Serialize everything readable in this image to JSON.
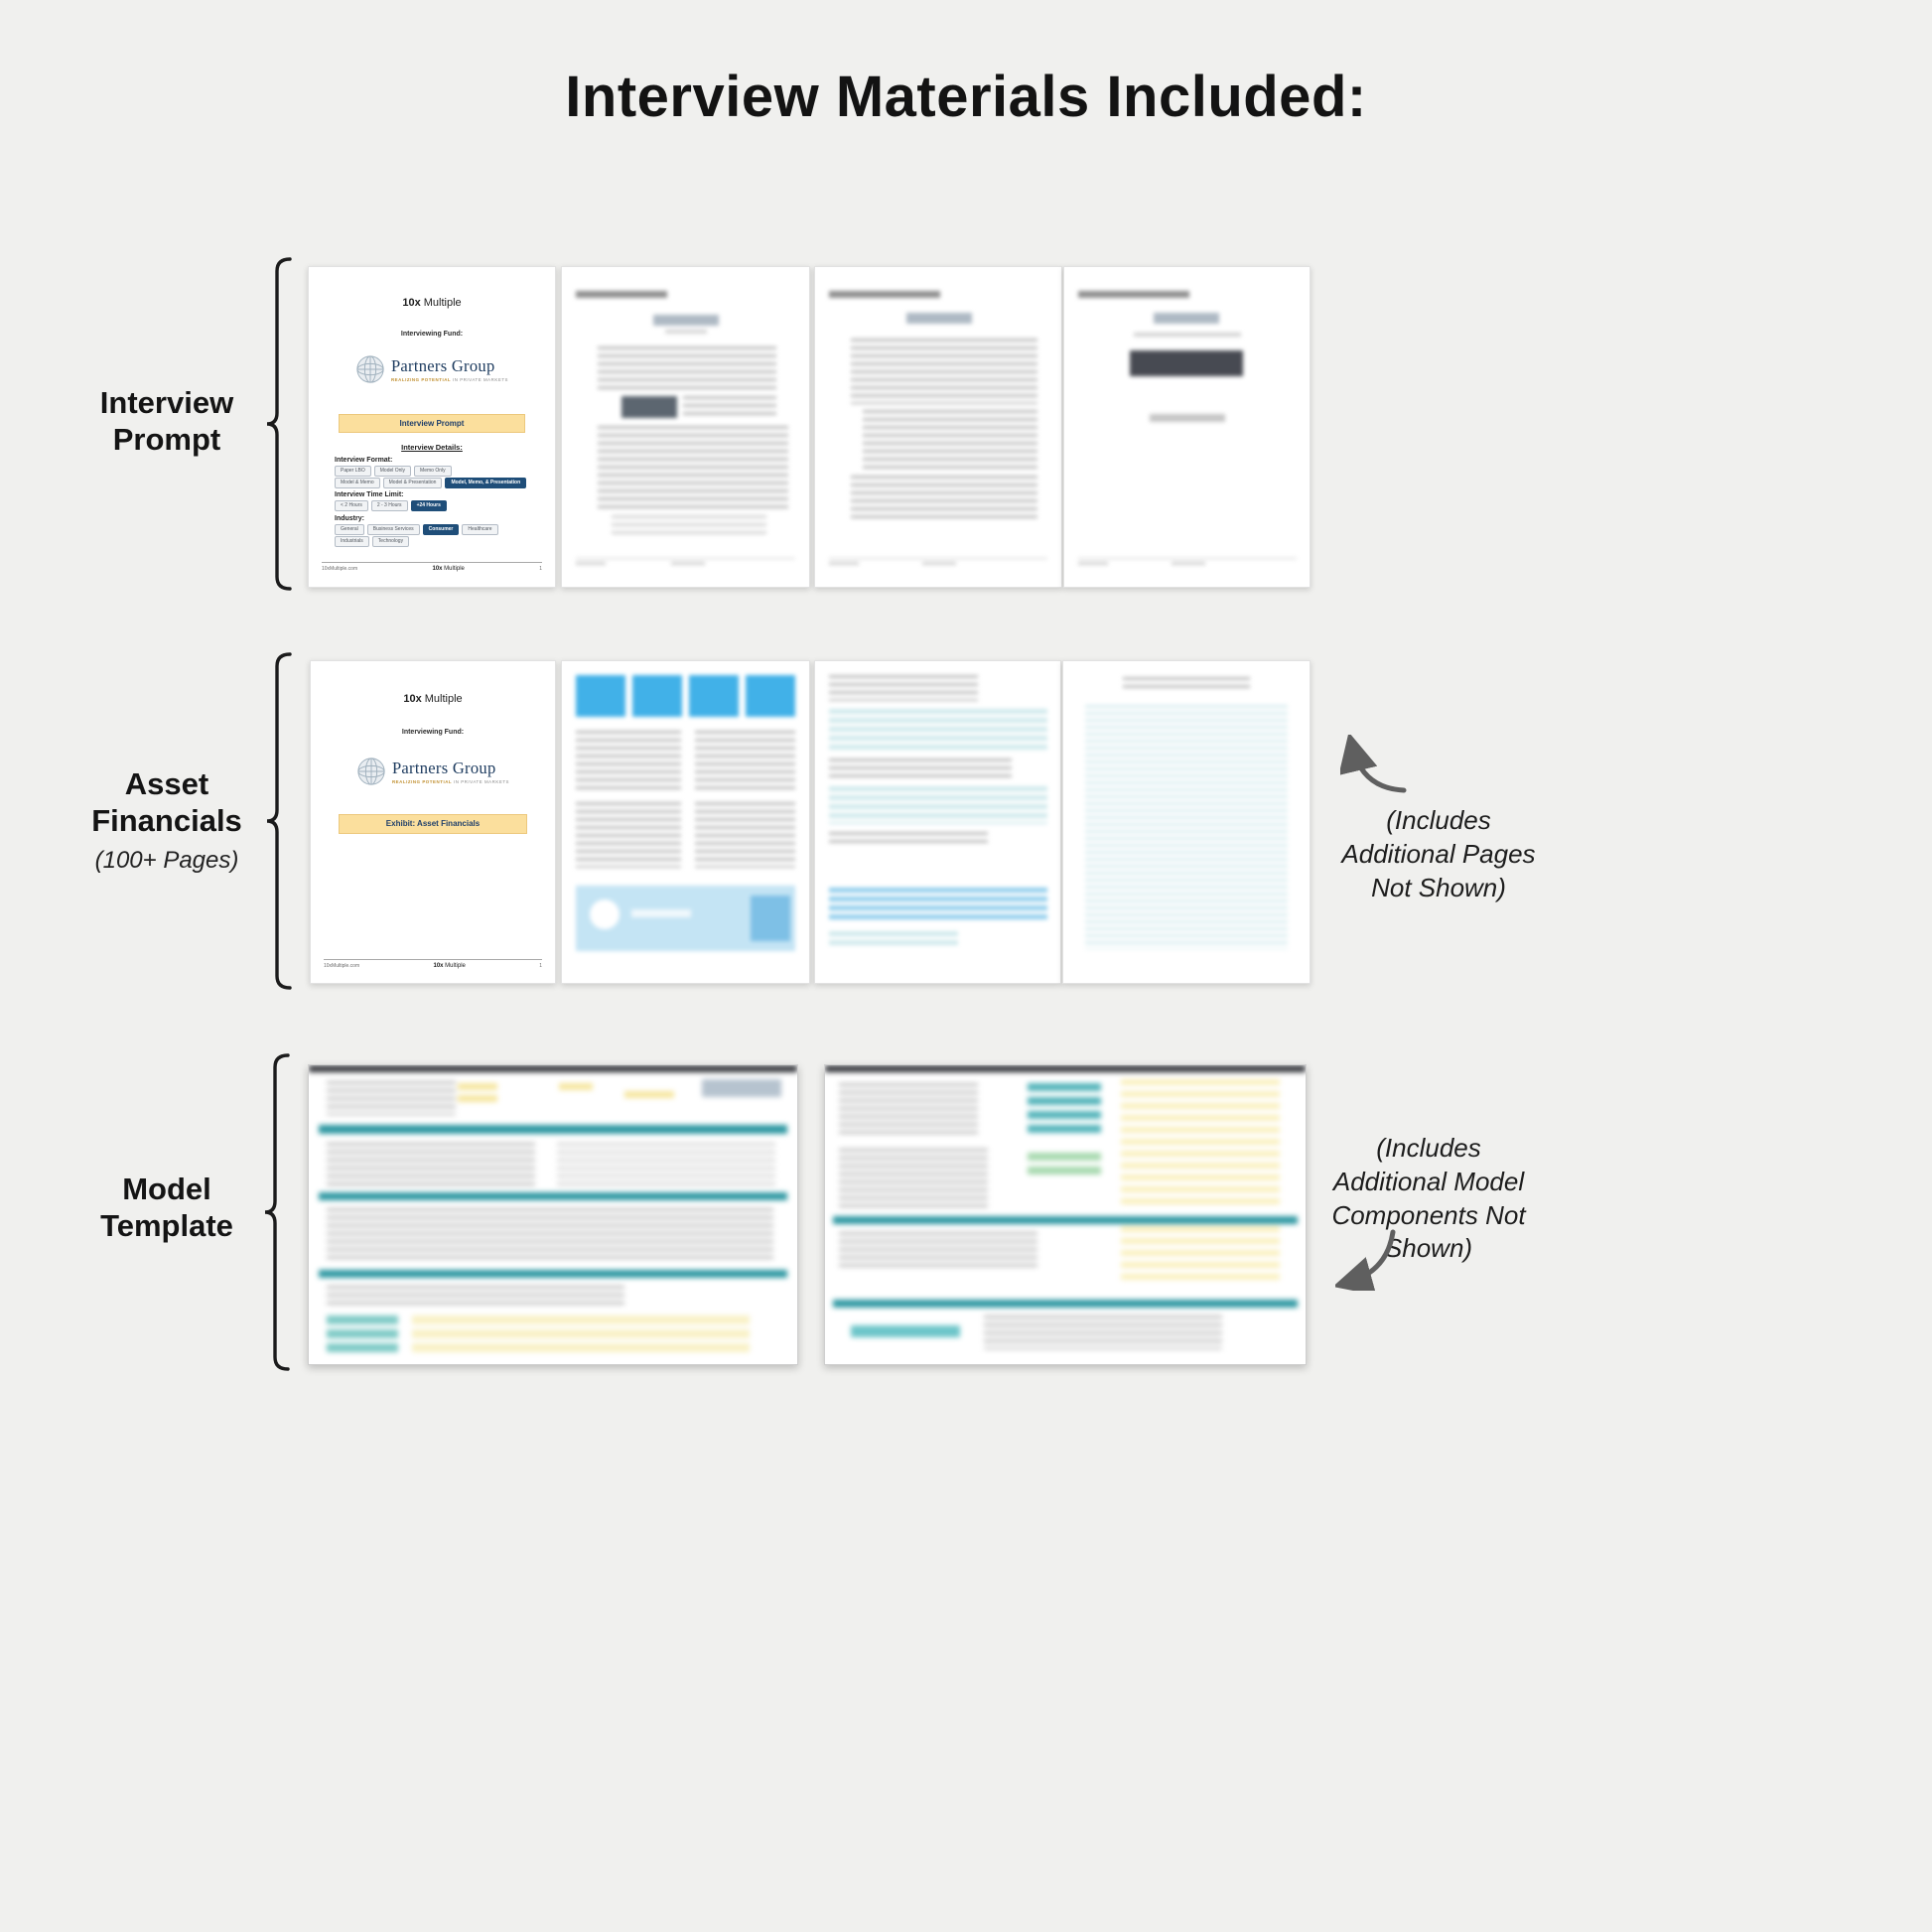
{
  "title": "Interview Materials Included:",
  "labels": {
    "row1": {
      "line1": "Interview",
      "line2": "Prompt"
    },
    "row2": {
      "line1": "Asset",
      "line2": "Financials",
      "sub": "(100+ Pages)"
    },
    "row3": {
      "line1": "Model",
      "line2": "Template"
    }
  },
  "annotations": {
    "row2": "(Includes Additional Pages Not Shown)",
    "row3": "(Includes Additional Model Components Not Shown)"
  },
  "cover": {
    "brand_bold": "10x",
    "brand_rest": " Multiple",
    "fund_label": "Interviewing Fund:",
    "logo_name": "Partners Group",
    "logo_tagline_gold": "REALIZING POTENTIAL",
    "logo_tagline_gray": " IN PRIVATE MARKETS",
    "footer_left": "10xMultiple.com",
    "footer_page": "1"
  },
  "prompt_doc": {
    "banner": "Interview Prompt",
    "details_heading": "Interview Details:",
    "format_label": "Interview Format:",
    "format_row1": [
      "Paper LBO",
      "Model Only",
      "Memo Only"
    ],
    "format_row2": [
      "Model & Memo",
      "Model & Presentation",
      "Model, Memo, & Presentation"
    ],
    "time_label": "Interview Time Limit:",
    "time_row": [
      "< 2 Hours",
      "2 - 3 Hours",
      "+24 Hours"
    ],
    "industry_label": "Industry:",
    "industry_row1": [
      "General",
      "Business Services",
      "Consumer",
      "Healthcare"
    ],
    "industry_row2": [
      "Industrials",
      "Technology"
    ]
  },
  "financials_doc": {
    "banner": "Exhibit: Asset Financials"
  },
  "colors": {
    "background": "#f0f0ee",
    "accent_navy": "#1f4e79",
    "banner_yellow": "#fbdf9d",
    "logo_navy": "#1c3a5e",
    "teal": "#2e98a2"
  }
}
